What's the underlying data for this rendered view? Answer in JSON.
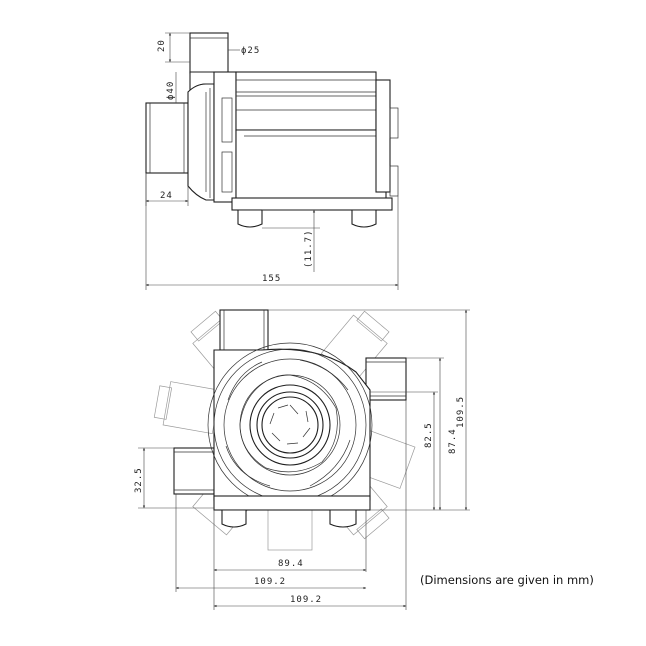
{
  "side_view": {
    "dims": {
      "outlet_height": "20",
      "outlet_diameter": "ϕ25",
      "inlet_diameter": "ϕ40",
      "inlet_length": "24",
      "foot_height": "(11.7)",
      "overall_length": "155"
    }
  },
  "front_view": {
    "dims": {
      "inlet_offset": "32.5",
      "width_inner": "89.4",
      "width_mid": "109.2",
      "width_outer": "109.2",
      "height_inner": "82.5",
      "height_mid": "87.4",
      "height_outer": "109.5"
    }
  },
  "note": "(Dimensions are given in mm)"
}
